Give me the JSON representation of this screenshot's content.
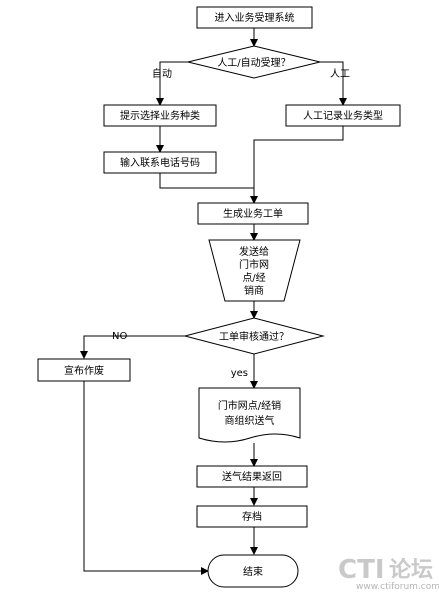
{
  "nodes": {
    "start": "进入业务受理系统",
    "decision_manual_auto": "人工/自动受理？",
    "select_type": "提示选择业务种类",
    "manual_record": "人工记录业务类型",
    "input_phone": "输入联系电话号码",
    "generate_order": "生成业务工单",
    "dispatch": [
      "发送给",
      "门市网",
      "点/经",
      "销商"
    ],
    "decision_review": "工单审核通过？",
    "void": "宣布作废",
    "deliver": [
      "门市网点/经销",
      "商组织送气"
    ],
    "result_return": "送气结果返回",
    "archive": "存档",
    "end": "结束"
  },
  "edge_labels": {
    "auto": "自动",
    "manual": "人工",
    "no": "NO",
    "yes": "yes"
  },
  "watermark": {
    "brand": "CTI",
    "brand_cn": "论坛",
    "url": "www.ctiforum.com"
  }
}
